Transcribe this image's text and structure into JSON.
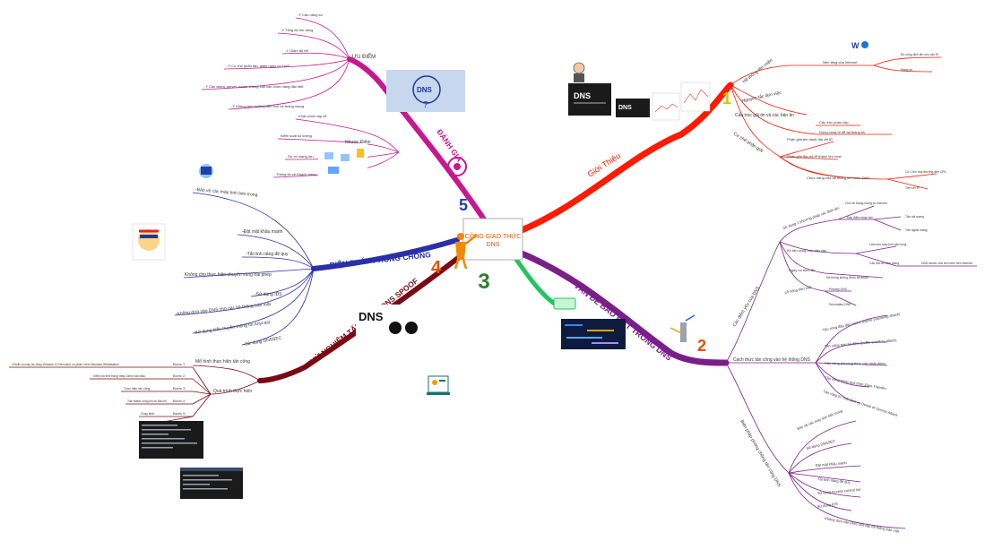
{
  "central": {
    "title_line1": "CÔNG GIAO THỨC",
    "title_line2": "DNS",
    "number": "3"
  },
  "colors": {
    "red": "#ff1a00",
    "purple": "#7a1f8a",
    "blue": "#2b2fa8",
    "dark_red": "#7a0a14",
    "magenta": "#c7188f",
    "green": "#22c55e"
  },
  "branches": {
    "gioi_thieu": {
      "label": "Giới Thiệu",
      "number": "1",
      "children": [
        "Hệ thống tên miền",
        "Nguyên tắc làm việc",
        "Cấu trúc gói tin và các bản tin",
        "Cơ chế phân giải"
      ],
      "sub": {
        "nen_tang": "Nền tảng của Internet",
        "dn_a": "Đồ công dịch tên cho các IP",
        "dn_b": "Mạng se",
        "cau_truc_a": "Cấu trúc phân cấp",
        "cau_truc_b": "Dùng công tố để tại thông tin",
        "pg_a": "Phân giải tên danh địa chỉ IP",
        "pg_b": "Phân giải địa chỉ IP thành tên host",
        "pg_c": "Chức năng của hệ thống tên miền DNS",
        "pg_c1": "Cô 1 tên truy thường đến URL",
        "pg_c2": "Tiền chỉ IP"
      }
    },
    "van_de": {
      "label": "VẤN ĐỀ BẢO MẬT TRONG DNS",
      "number": "2",
      "children": [
        "Các điểm yếu của DNS",
        "Cách thức tấn công vào hệ thống DNS",
        "Biện pháp phòng chống tấn công DNS"
      ],
      "weak": [
        "Sử dụng 1 phương pháp xác định tên",
        "Kẻ tấn công truy cập vào",
        "Ngay cơ tiềm ẩn",
        "Lỗ hổng bảo mật"
      ],
      "weak_sub": [
        "Cho hệ thống mạng có Internet",
        "Dấu điểm nhận tấn",
        "Tấn nội mạng",
        "Tấn ngoại mạng",
        "Làm cho máy tính bảo lưng",
        "Cấu địa chỉ trên mạng",
        "DNS server của tên miền trên Internet",
        "Hệ thống không được kê duyệt",
        "Primary DNS",
        "Secondary DNS"
      ],
      "attacks": [
        "Tấn công đầu độc cache (cache poisoning attack)",
        "Tấn công tràn bộ đệm (buffer overflow attack)",
        "Tấn công phương thức cập nhật động",
        "Tấn công trong quá trình Zone Transfer",
        "Tấn công từ chối dịch vụ Denial of Service Attack"
      ],
      "defense": [
        "Bảo vệ các máy tính bên trong",
        "Sử dụng DNSSEC",
        "Đặt mật khẩu mạnh",
        "Tắt tính năng đệ quy",
        "Sử dụng Access control list",
        "Sử dụng IDS",
        "Không dựa vào DNS cho các hệ thống bảo mật"
      ]
    },
    "bien_phap": {
      "label": "BIỆN PHÁP PHÒNG CHỐNG",
      "items": [
        "-Bảo vệ các máy tính bên trong",
        "-Đặt mật khẩu mạnh",
        "-Tắt tính năng đệ quy",
        "Không cho thực hiện chuyển vùng trái phép",
        "-Sử dụng IDS",
        "-Không dựa vào DNS cho các hệ thống bảo mật",
        "-Sử dụng kiểu truyền thông tin Anycast",
        "-Sử dụng DNSSEC"
      ]
    },
    "thu_nghiem": {
      "label": "THỬ NGHIỆM TẤN CÔNG DNS SPOOF",
      "number": "4",
      "children": [
        "Mô hình thực hiện tấn công",
        "Quá trình thực hiện"
      ],
      "steps": [
        "Bước 1",
        "Bước 2",
        "Bước 3",
        "Bước 4",
        "Bước 5"
      ],
      "step_details": [
        "Chuẩn bị máy ảo chạy Window 10 Nền tảnh có phần mềm Mozaxis Workstation",
        "Kiểm tra tính trạng máy Client ban đầu",
        "Thực hiện tấn công",
        "Tấn thành công trả về địa chỉ",
        "Chạy lệnh",
        "Kiểm tra"
      ]
    },
    "danh_gia": {
      "label": "ĐÁNH GIÁ",
      "number": "5",
      "uu_diem": "ƯU ĐIỂM",
      "nhuoc_diem": "Nhược Điểm",
      "pros": [
        "-Ý Cần năng số",
        "-Ý Tăng độ tìm động",
        "-Ý Giảm độ trễ",
        "-Ý Cụ chế phân tán, giảm nguy cơ DoS",
        "-Ý Các client, server, router không cần các chức năng đặc biệt",
        "-Ý Không ảnh hưởng đến tính hệ thống mạng"
      ],
      "cons": [
        "Khác phức tạp cổ",
        "Kiểm soát số lượng",
        "Sự cố mạng lớn",
        "Thông tin về Khách hàng"
      ]
    }
  },
  "icons": {
    "dns_question": "DNS",
    "dns_badge": "DNS"
  }
}
